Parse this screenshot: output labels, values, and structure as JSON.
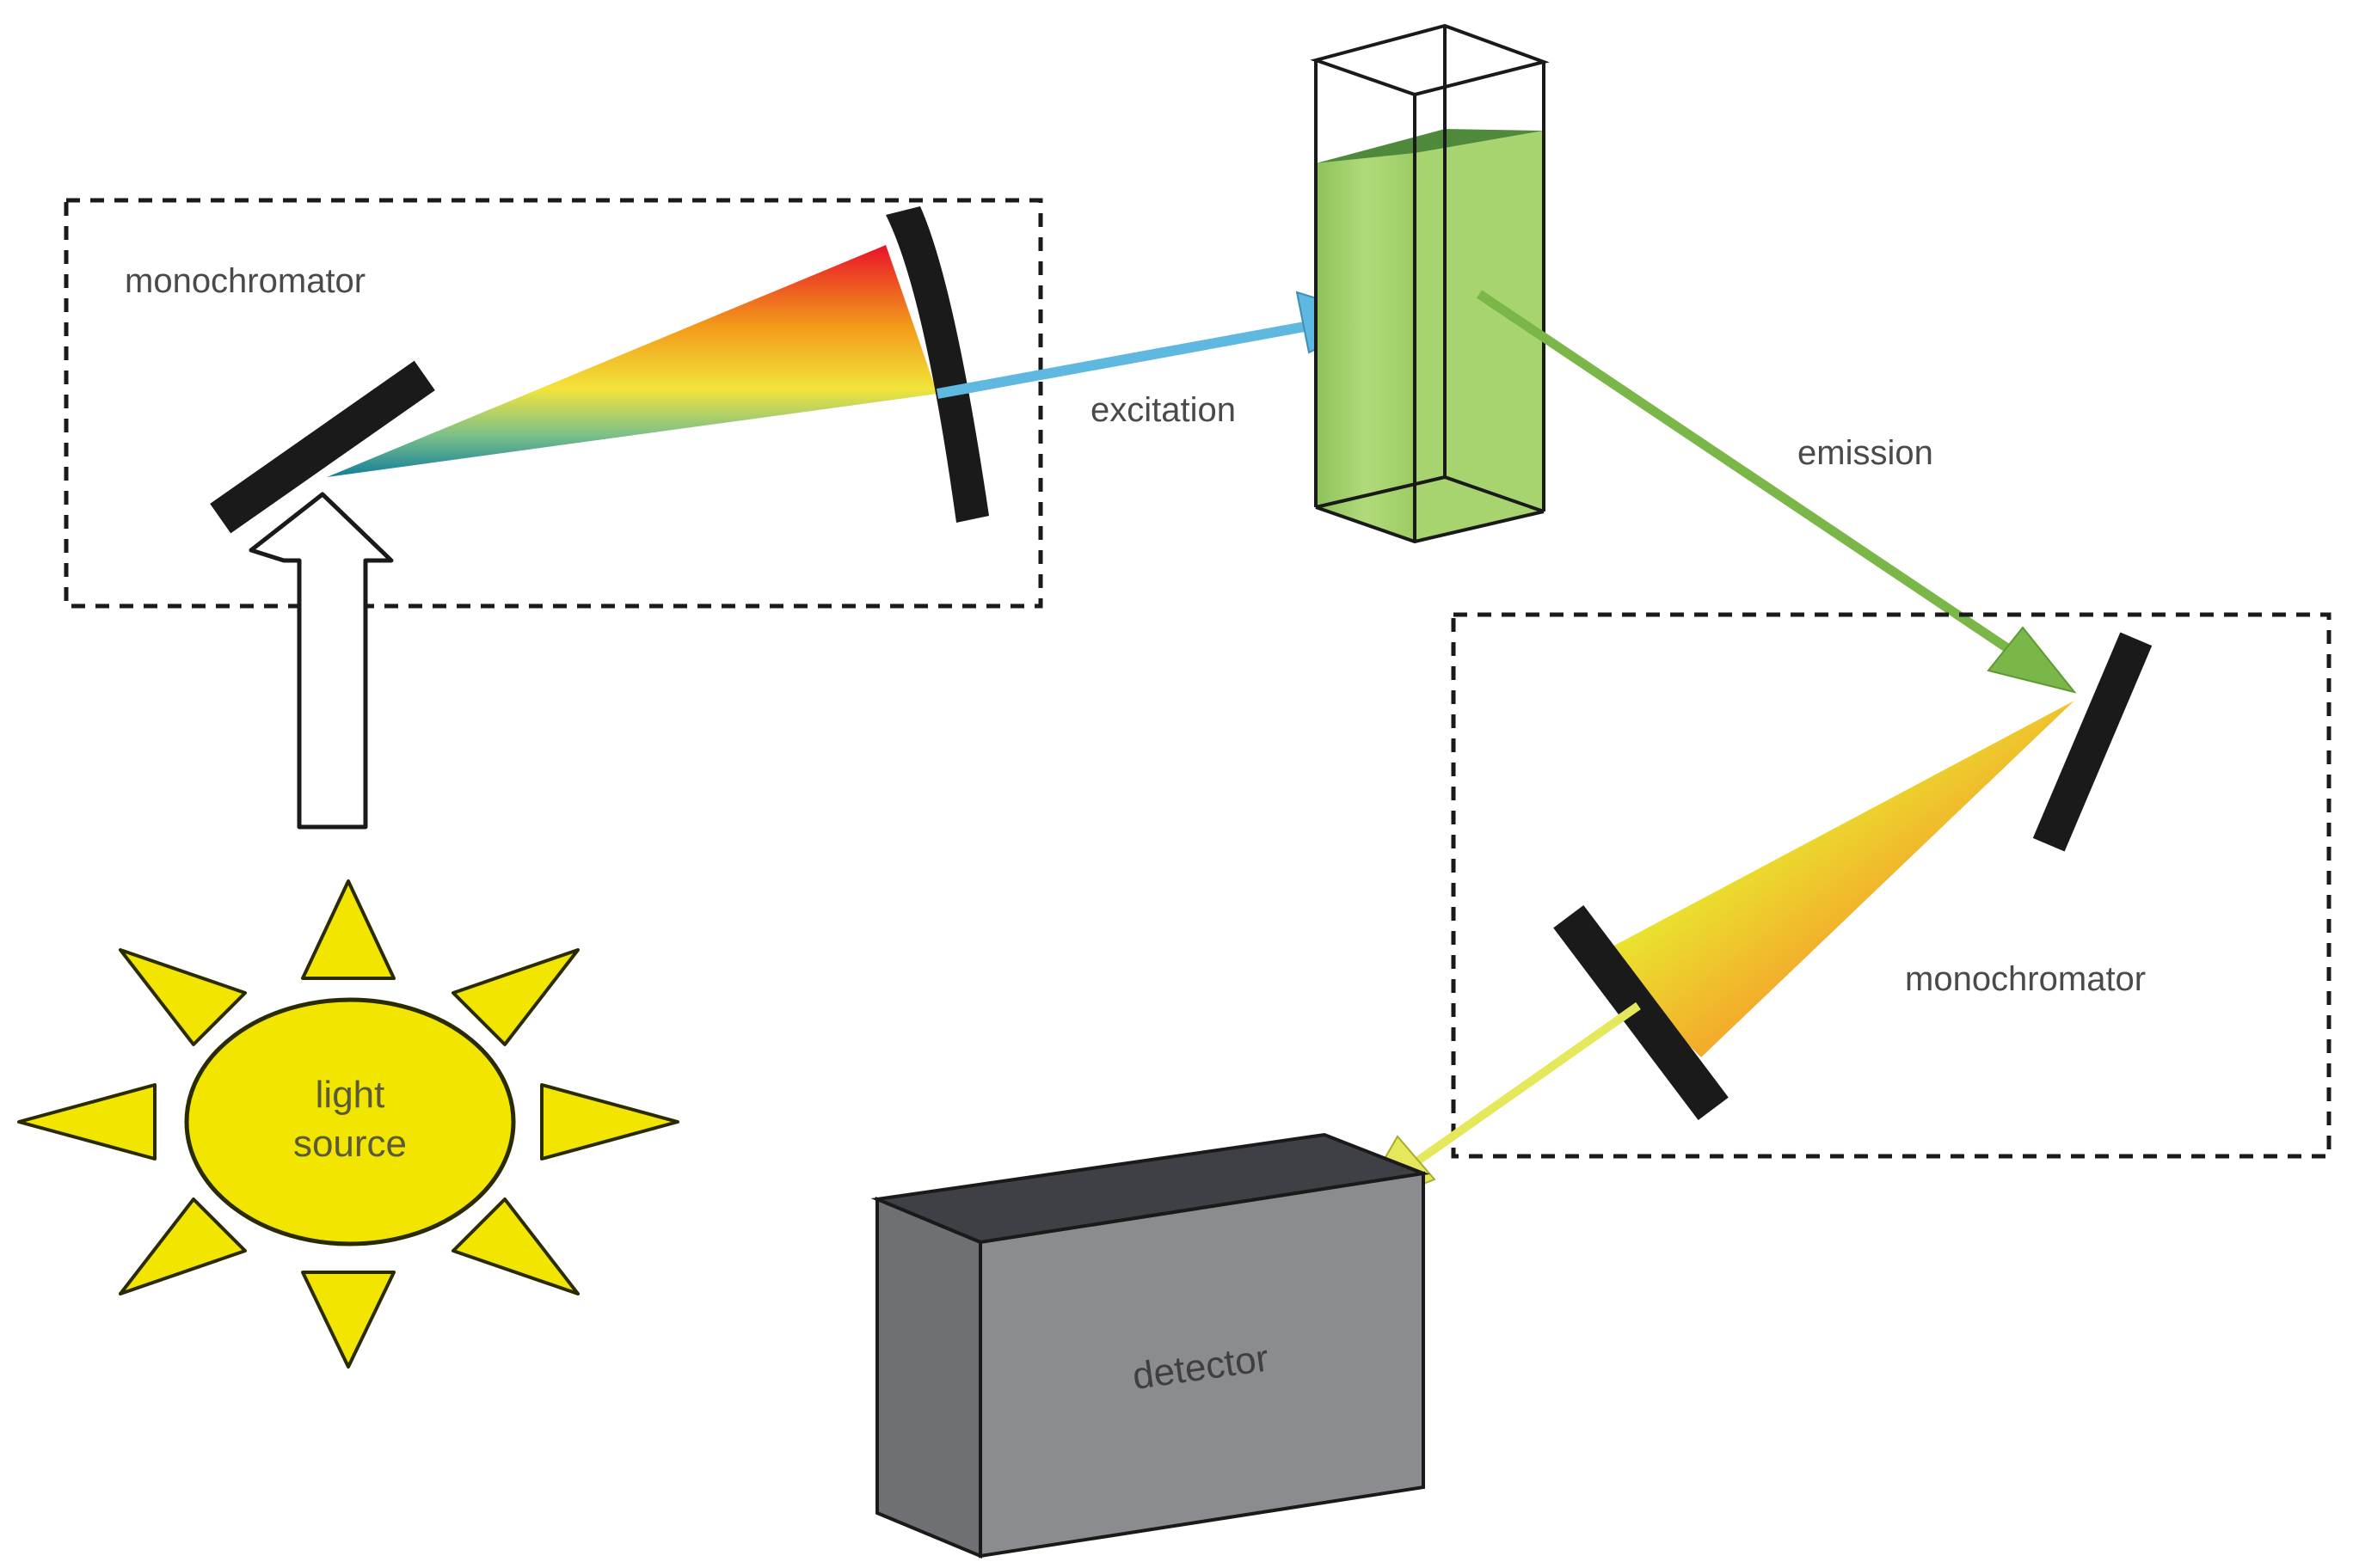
{
  "labels": {
    "monochromator_excitation": "monochromator",
    "monochromator_emission": "monochromator",
    "excitation": "excitation",
    "emission": "emission",
    "light_source_line1": "light",
    "light_source_line2": "source",
    "detector": "detector"
  },
  "colors": {
    "sun_fill": "#f2e600",
    "sun_stroke": "#2b2b00",
    "excitation_arrow": "#5fb8e0",
    "emission_arrow": "#7ab648",
    "output_arrow": "#e4e85a",
    "cuvette_liquid": "#a6d467",
    "cuvette_liquid_top": "#4f8a3c",
    "detector_front": "#8b8c90",
    "detector_side": "#6f7074",
    "detector_top": "#3f4045",
    "grating": "#1a1a1a"
  }
}
